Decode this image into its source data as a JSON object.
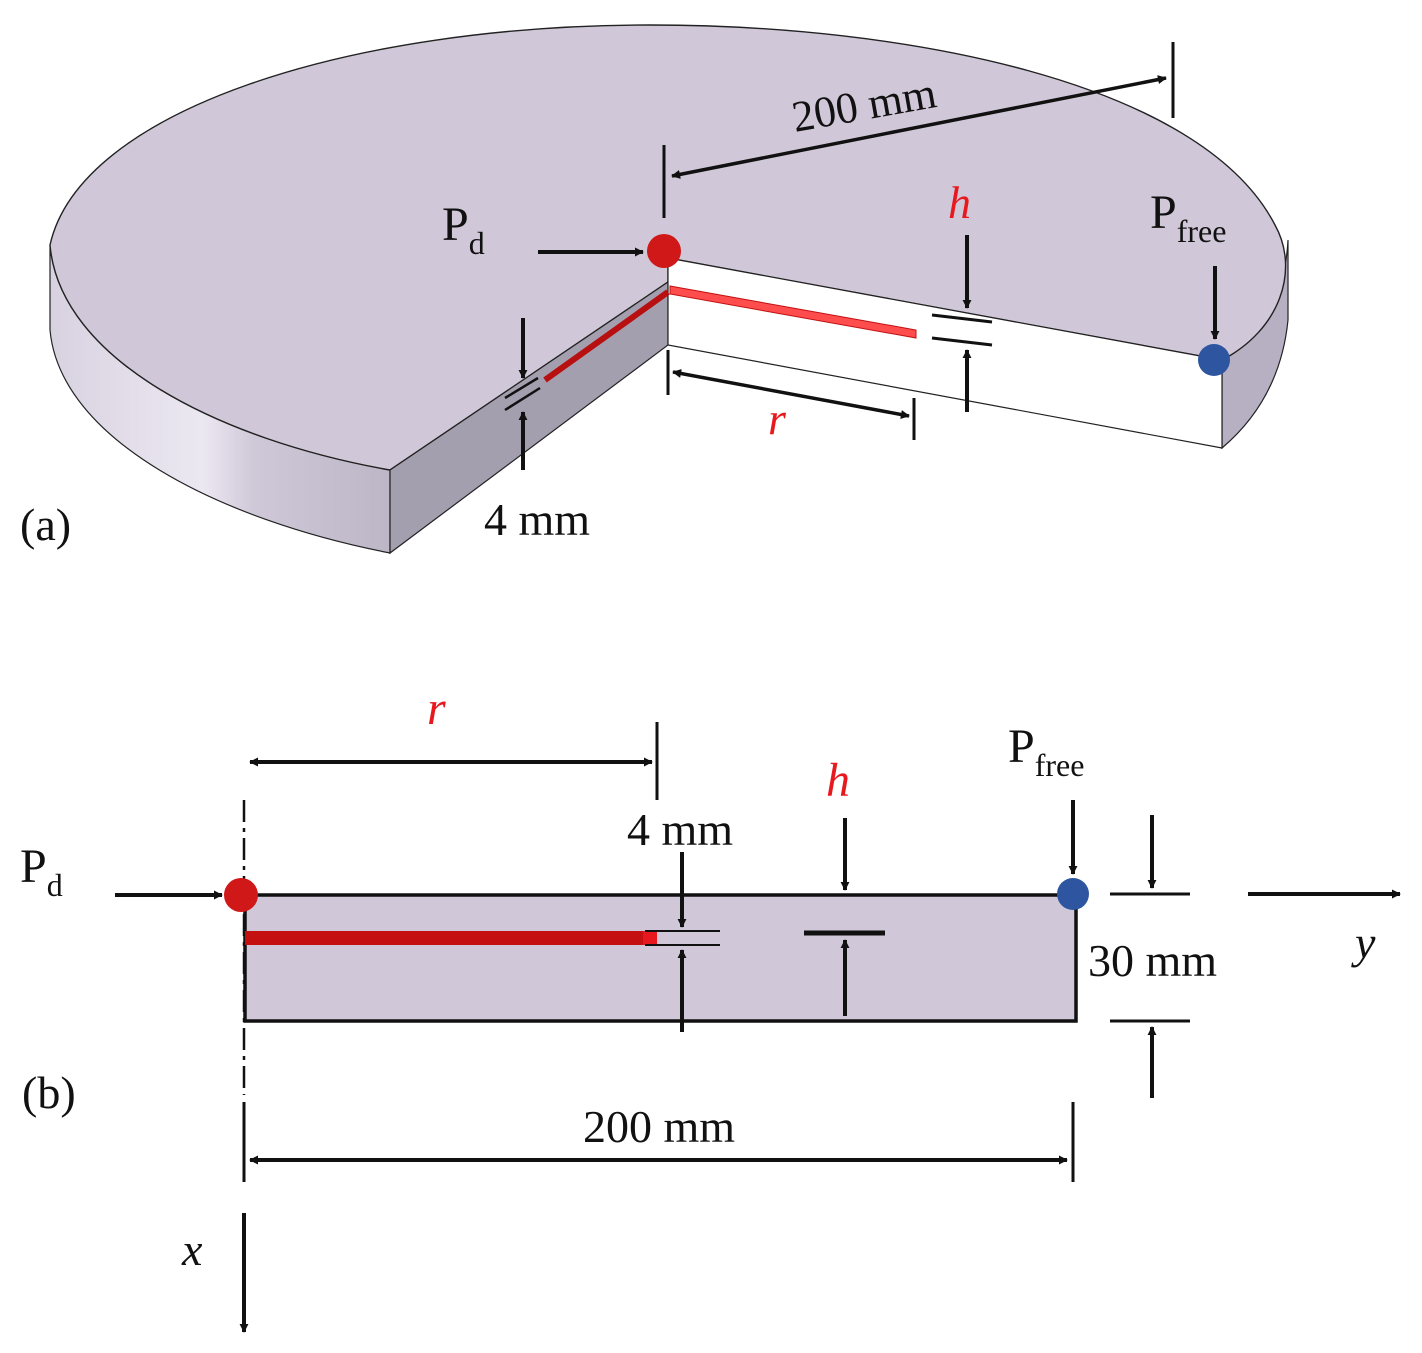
{
  "panel_a": {
    "tag": "(a)",
    "dim_radius": "200 mm",
    "dim_thickness": "4 mm",
    "label_r": "r",
    "label_h": "h",
    "point_d": {
      "main": "P",
      "sub": "d"
    },
    "point_free": {
      "main": "P",
      "sub": "free"
    }
  },
  "panel_b": {
    "tag": "(b)",
    "dim_length": "200 mm",
    "dim_height": "30 mm",
    "dim_thickness": "4 mm",
    "label_r": "r",
    "label_h": "h",
    "point_d": {
      "main": "P",
      "sub": "d"
    },
    "point_free": {
      "main": "P",
      "sub": "free"
    },
    "axis_x": "x",
    "axis_y": "y"
  },
  "colors": {
    "disc_top": "#d0c8d8",
    "disc_side": "#bfb7c8",
    "disc_cut": "#a39fae",
    "crack_red": "#e8191e",
    "crack_dark": "#b81010",
    "point_d": "#d01818",
    "point_free": "#2e56a0"
  }
}
